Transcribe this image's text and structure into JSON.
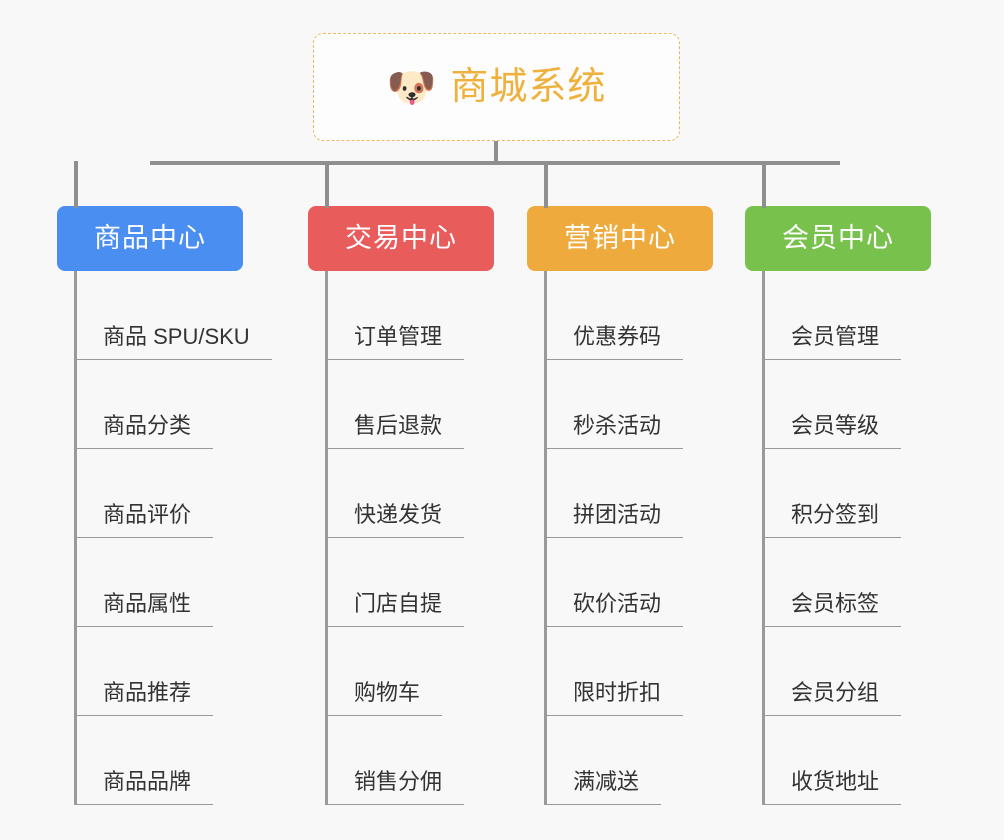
{
  "diagram": {
    "type": "org-chart-mindmap",
    "background_color": "#f8f8f8",
    "connector_color": "#8f8f8f"
  },
  "root": {
    "icon": "shiba-dog-face-emoji",
    "icon_glyph": "🐶",
    "title": "商城系统",
    "title_color": "#f0b03c",
    "border_color": "#e8b860",
    "border_style": "dashed"
  },
  "branches": [
    {
      "label": "商品中心",
      "color": "#4a8ef1",
      "leaves": [
        "商品 SPU/SKU",
        "商品分类",
        "商品评价",
        "商品属性",
        "商品推荐",
        "商品品牌"
      ]
    },
    {
      "label": "交易中心",
      "color": "#e85c5c",
      "leaves": [
        "订单管理",
        "售后退款",
        "快递发货",
        "门店自提",
        "购物车",
        "销售分佣"
      ]
    },
    {
      "label": "营销中心",
      "color": "#eeaa3c",
      "leaves": [
        "优惠券码",
        "秒杀活动",
        "拼团活动",
        "砍价活动",
        "限时折扣",
        "满减送"
      ]
    },
    {
      "label": "会员中心",
      "color": "#78c14c",
      "leaves": [
        "会员管理",
        "会员等级",
        "积分签到",
        "会员标签",
        "会员分组",
        "收货地址"
      ]
    }
  ]
}
